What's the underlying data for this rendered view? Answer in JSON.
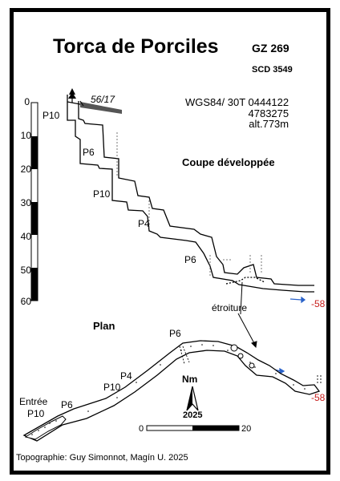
{
  "title": "Torca de Porciles",
  "code_gz": "GZ 269",
  "code_scd": "SCD 3549",
  "coordinates": {
    "line1": "WGS84/ 30T 0444122",
    "line2": "4783275",
    "line3": "alt.773m"
  },
  "section_label": "Coupe développée",
  "plan_label": "Plan",
  "narrow_label": "étroiture",
  "survey_credit": "Topographie: Guy Simonnot, Magín U. 2025",
  "depth_scale": {
    "ticks": [
      "0",
      "10",
      "20",
      "30",
      "40",
      "50",
      "60"
    ]
  },
  "section_pitches": [
    "P10",
    "P6",
    "P10",
    "P4",
    "P6"
  ],
  "plan_pitches": [
    "P6",
    "P4",
    "P10",
    "P6",
    "P10"
  ],
  "entrance_label": "Entrée",
  "surface_slope": "56/17",
  "final_depth_section": "-58",
  "final_depth_plan": "-58",
  "north": {
    "label": "Nm",
    "year": "2025"
  },
  "scale_bar": {
    "start": "0",
    "end": "20"
  },
  "colors": {
    "depth_marker": "#c8201e",
    "water_arrow": "#2a62c9"
  }
}
